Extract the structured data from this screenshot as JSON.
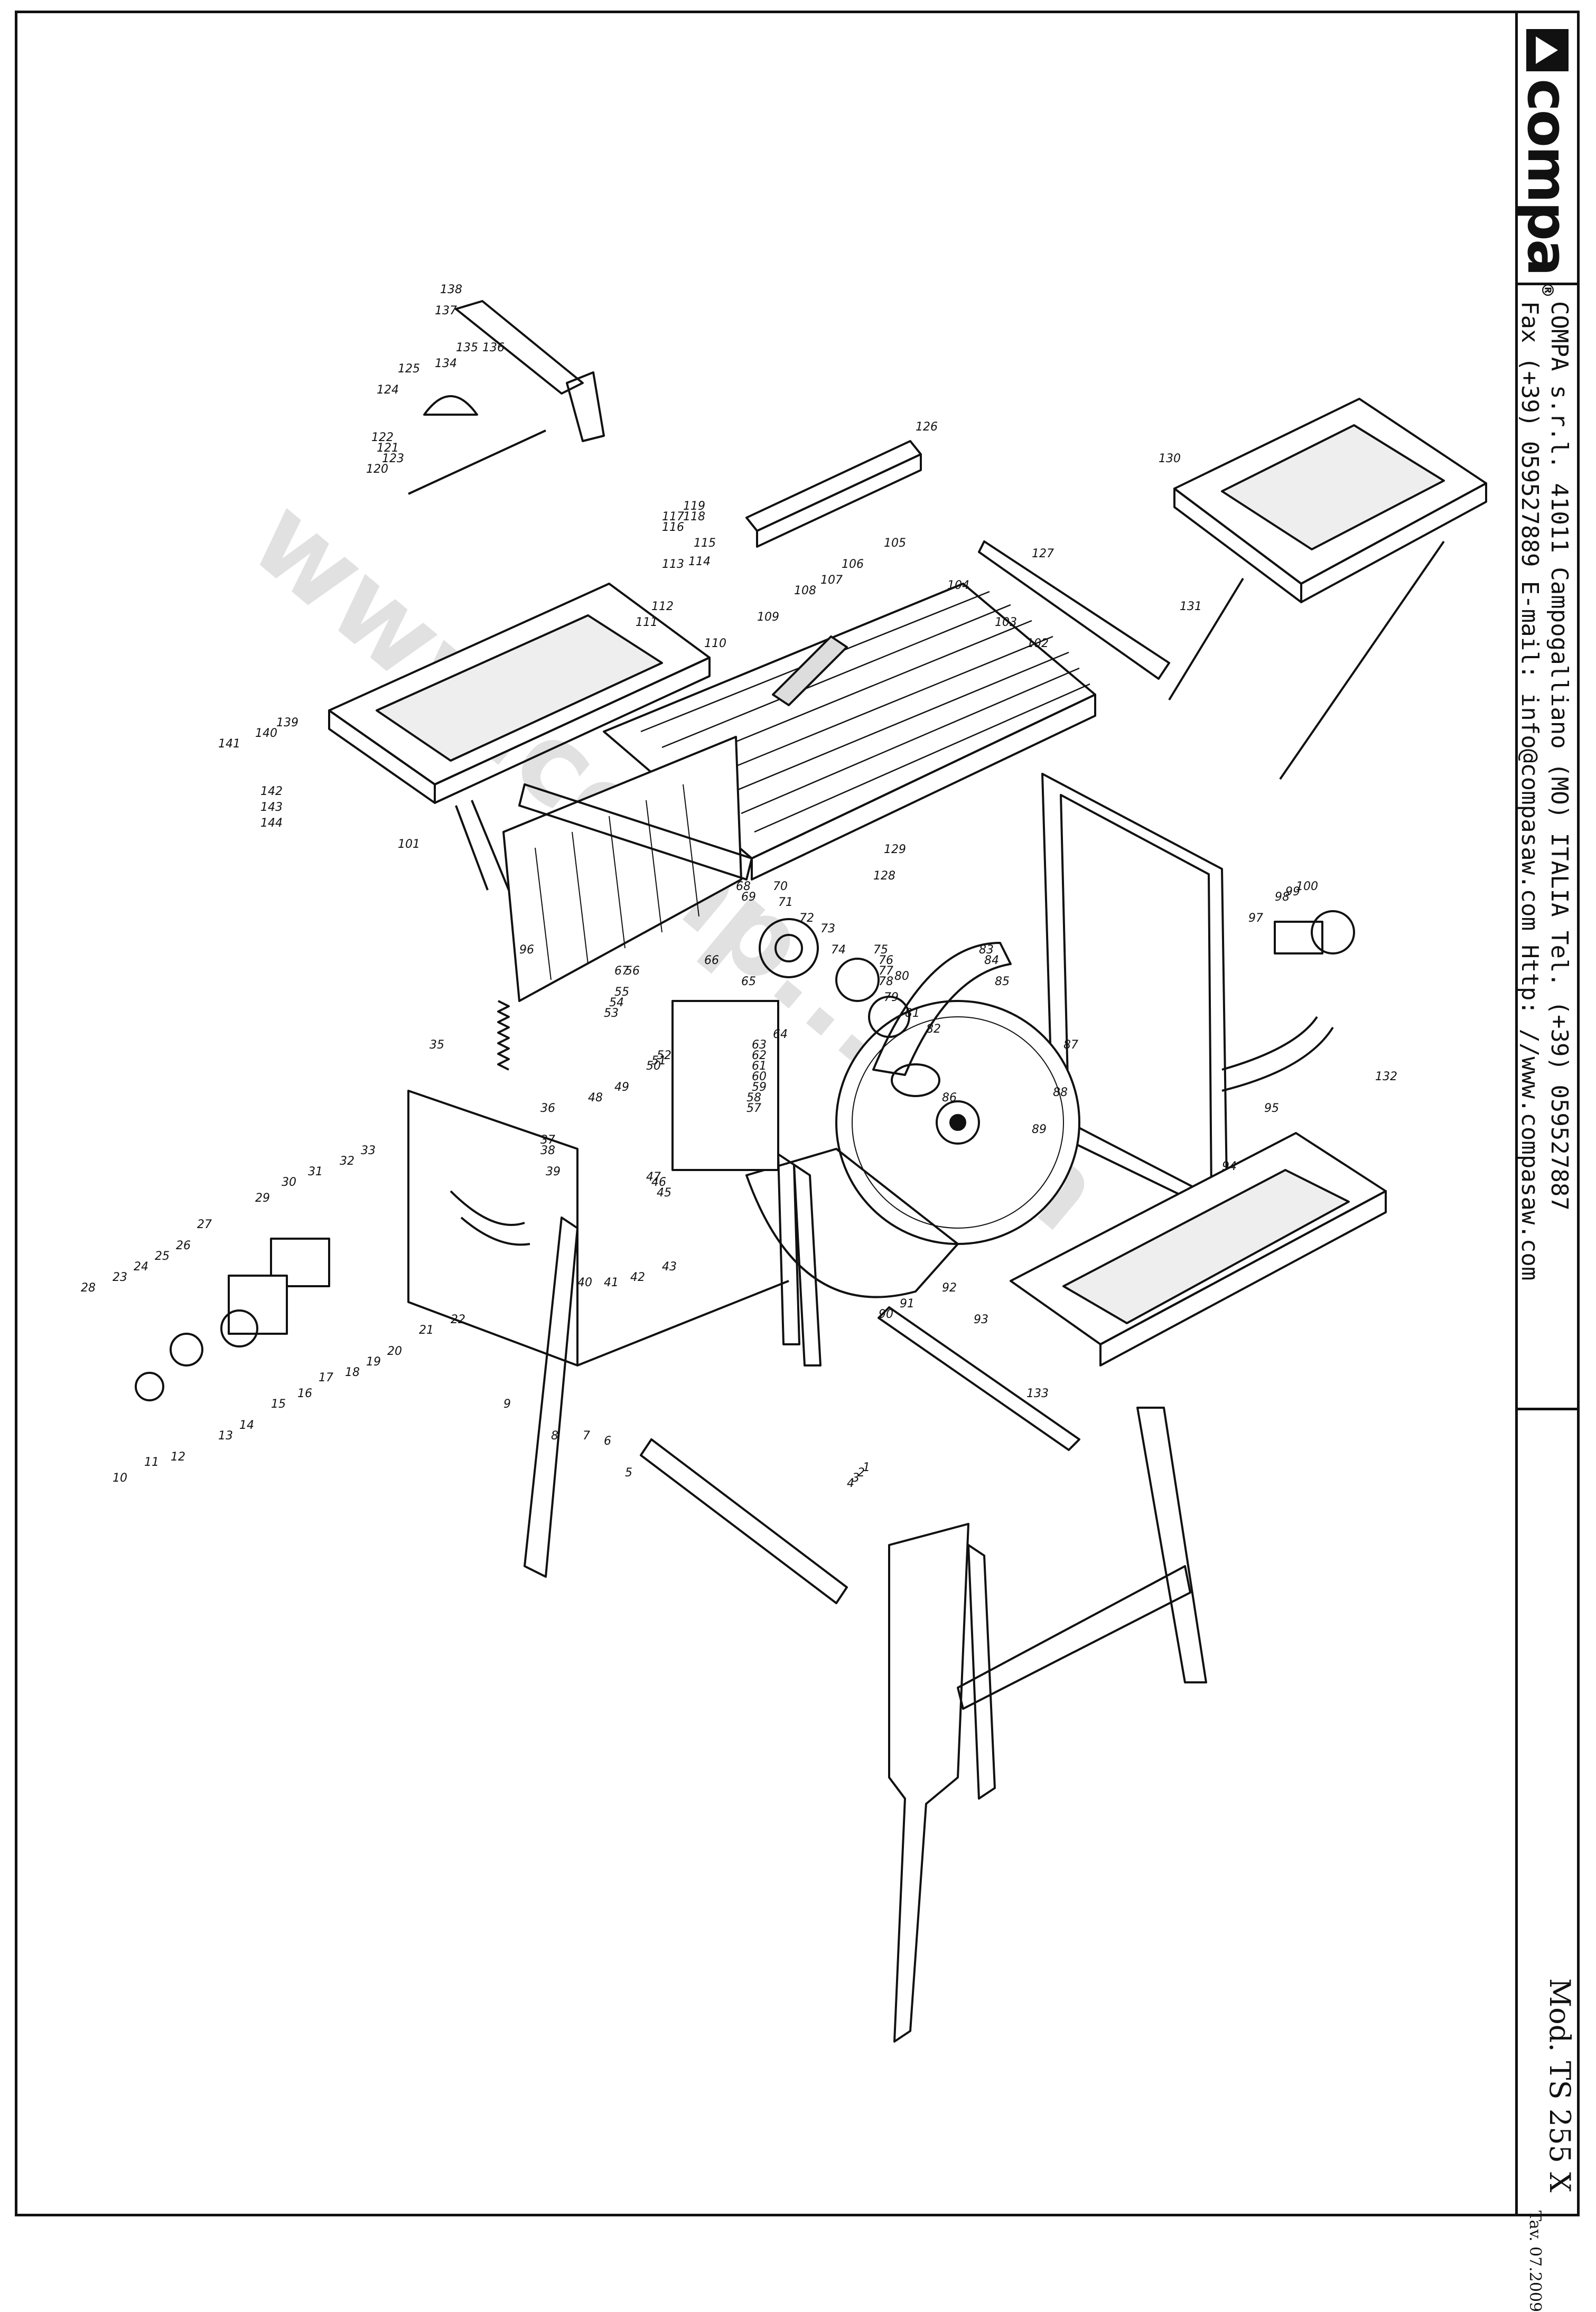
{
  "brand": {
    "name": "compa",
    "registered_mark": "®"
  },
  "company_info": {
    "line1": "COMPA s.r.l. 41011 Campogalliano (MO) ITALIA Tel. (+39) 059527887",
    "line2": "Fax (+39) 059527889 E-mail: info@compasaw.com Http: //www.compasaw.com"
  },
  "model": {
    "label": "Mod. TS 255 X",
    "rev": "Tav. 07.2009"
  },
  "watermark": "www.comp...com",
  "part_labels": [
    "1",
    "2",
    "3",
    "4",
    "5",
    "6",
    "7",
    "8",
    "9",
    "10",
    "11",
    "12",
    "13",
    "14",
    "15",
    "16",
    "17",
    "18",
    "19",
    "20",
    "21",
    "22",
    "23",
    "24",
    "25",
    "26",
    "27",
    "28",
    "29",
    "30",
    "31",
    "32",
    "33",
    "35",
    "36",
    "37",
    "38",
    "39",
    "40",
    "41",
    "42",
    "43",
    "45",
    "46",
    "47",
    "48",
    "49",
    "50",
    "51",
    "52",
    "53",
    "54",
    "55",
    "56",
    "57",
    "58",
    "59",
    "60",
    "61",
    "62",
    "63",
    "64",
    "65",
    "66",
    "67",
    "68",
    "69",
    "70",
    "71",
    "72",
    "73",
    "74",
    "75",
    "76",
    "77",
    "78",
    "79",
    "80",
    "81",
    "82",
    "83",
    "84",
    "85",
    "86",
    "87",
    "88",
    "89",
    "90",
    "91",
    "92",
    "93",
    "94",
    "95",
    "96",
    "97",
    "98",
    "99",
    "100",
    "101",
    "102",
    "103",
    "104",
    "105",
    "106",
    "107",
    "108",
    "109",
    "110",
    "111",
    "112",
    "113",
    "114",
    "115",
    "116",
    "117",
    "118",
    "119",
    "120",
    "121",
    "122",
    "123",
    "124",
    "125",
    "126",
    "127",
    "128",
    "129",
    "130",
    "131",
    "132",
    "133",
    "134",
    "135",
    "136",
    "137",
    "138",
    "139",
    "140",
    "141",
    "142",
    "143",
    "144"
  ]
}
